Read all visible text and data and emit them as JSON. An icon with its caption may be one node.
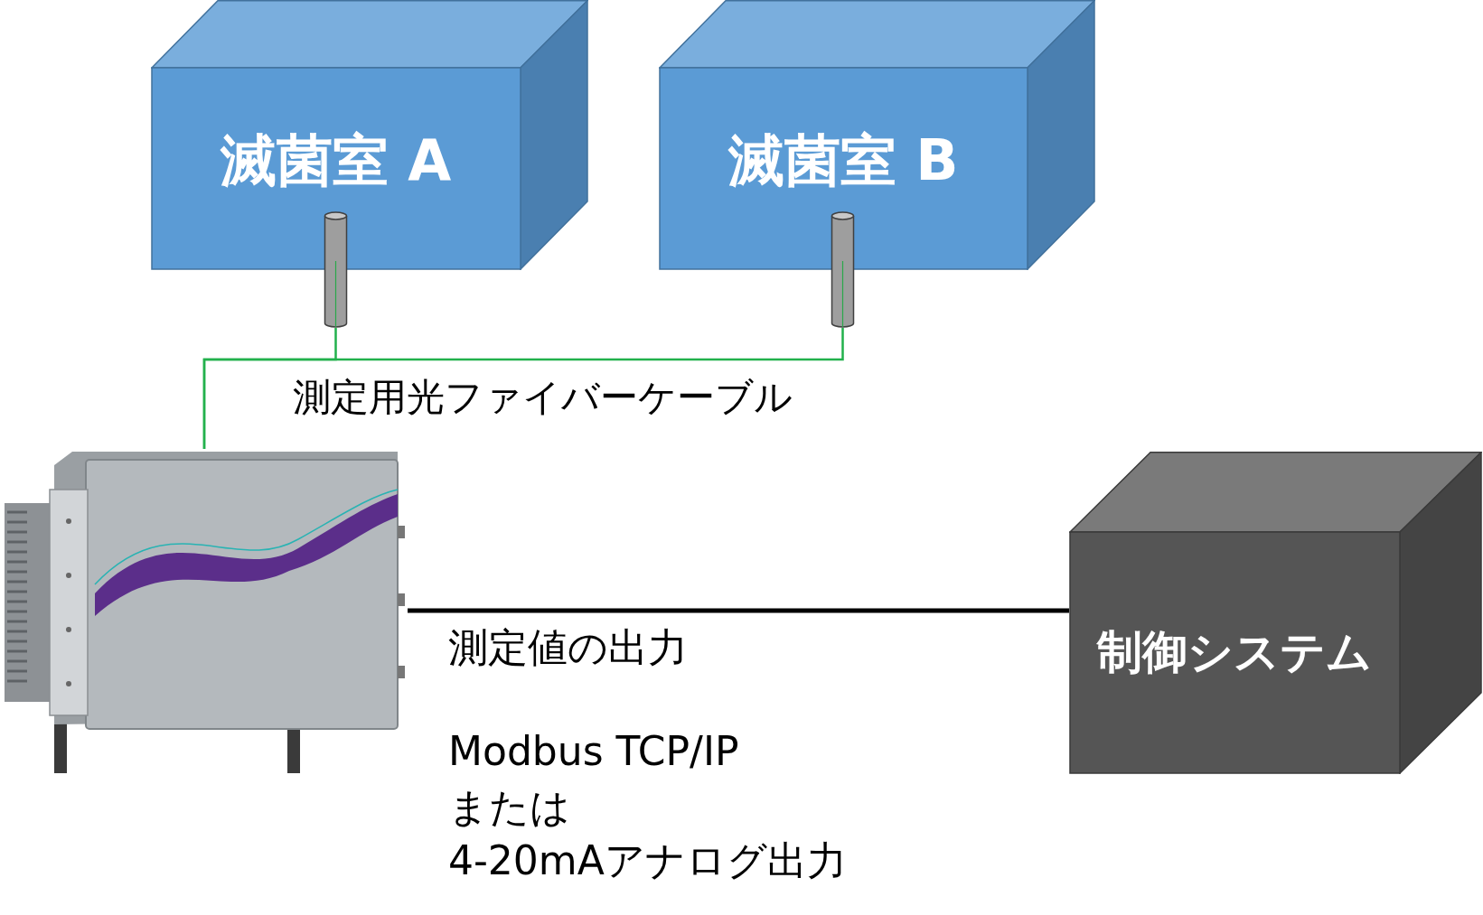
{
  "diagram": {
    "nodes": [
      {
        "text": [
          "滅菌室 A"
        ]
      },
      {
        "text": [
          "滅菌室 B"
        ]
      },
      {
        "text": [],
        "shape": "cylinder"
      },
      {
        "text": [],
        "shape": "cylinder"
      },
      {
        "text": [],
        "shape": "picture"
      },
      {
        "text": [
          "制御システム"
        ]
      }
    ],
    "edges": [
      {
        "from": 4,
        "to": 2,
        "arrow": "none"
      },
      {
        "from": 4,
        "to": 3,
        "arrow": "none"
      },
      {
        "from": 4,
        "to": 5,
        "arrow": "none",
        "style": "thick",
        "color": "#000000"
      }
    ],
    "labels": [
      "測定用光ファイバーケーブル",
      "測定値の出力",
      "Modbus TCP/IP",
      "または",
      "4-20mAアナログ出力"
    ]
  }
}
